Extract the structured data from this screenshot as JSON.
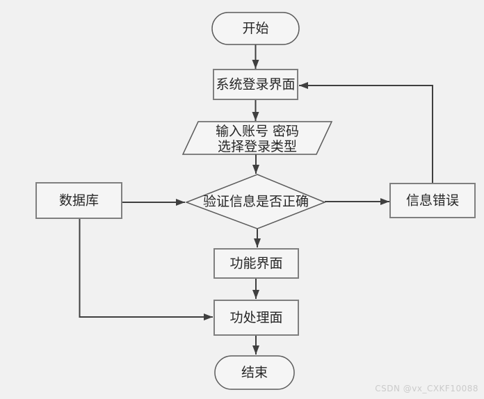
{
  "colors": {
    "background": "#f1f1f1",
    "node_fill": "#f5f5f5",
    "rect_border": "#7f7f7f",
    "shape_border": "#5b5b5b",
    "arrow": "#3f3f3f",
    "text": "#262626",
    "watermark": "#cbcbcb"
  },
  "flowchart": {
    "nodes": {
      "start": {
        "type": "terminator",
        "label": "开始"
      },
      "login": {
        "type": "process",
        "label": "系统登录界面"
      },
      "input": {
        "type": "io",
        "label_line1": "输入账号 密码",
        "label_line2": "选择登录类型"
      },
      "verify": {
        "type": "decision",
        "label": "验证信息是否正确"
      },
      "database": {
        "type": "process",
        "label": "数据库"
      },
      "error": {
        "type": "process",
        "label": "信息错误"
      },
      "function": {
        "type": "process",
        "label": "功能界面"
      },
      "process": {
        "type": "process",
        "label": "功处理面"
      },
      "end": {
        "type": "terminator",
        "label": "结束"
      }
    },
    "edges": [
      {
        "from": "start",
        "to": "login"
      },
      {
        "from": "login",
        "to": "input"
      },
      {
        "from": "input",
        "to": "verify"
      },
      {
        "from": "database",
        "to": "verify"
      },
      {
        "from": "verify",
        "to": "error"
      },
      {
        "from": "error",
        "to": "login"
      },
      {
        "from": "verify",
        "to": "function"
      },
      {
        "from": "function",
        "to": "process"
      },
      {
        "from": "database",
        "to": "process"
      },
      {
        "from": "process",
        "to": "end"
      }
    ]
  },
  "watermark": "CSDN @vx_CXKF10088"
}
